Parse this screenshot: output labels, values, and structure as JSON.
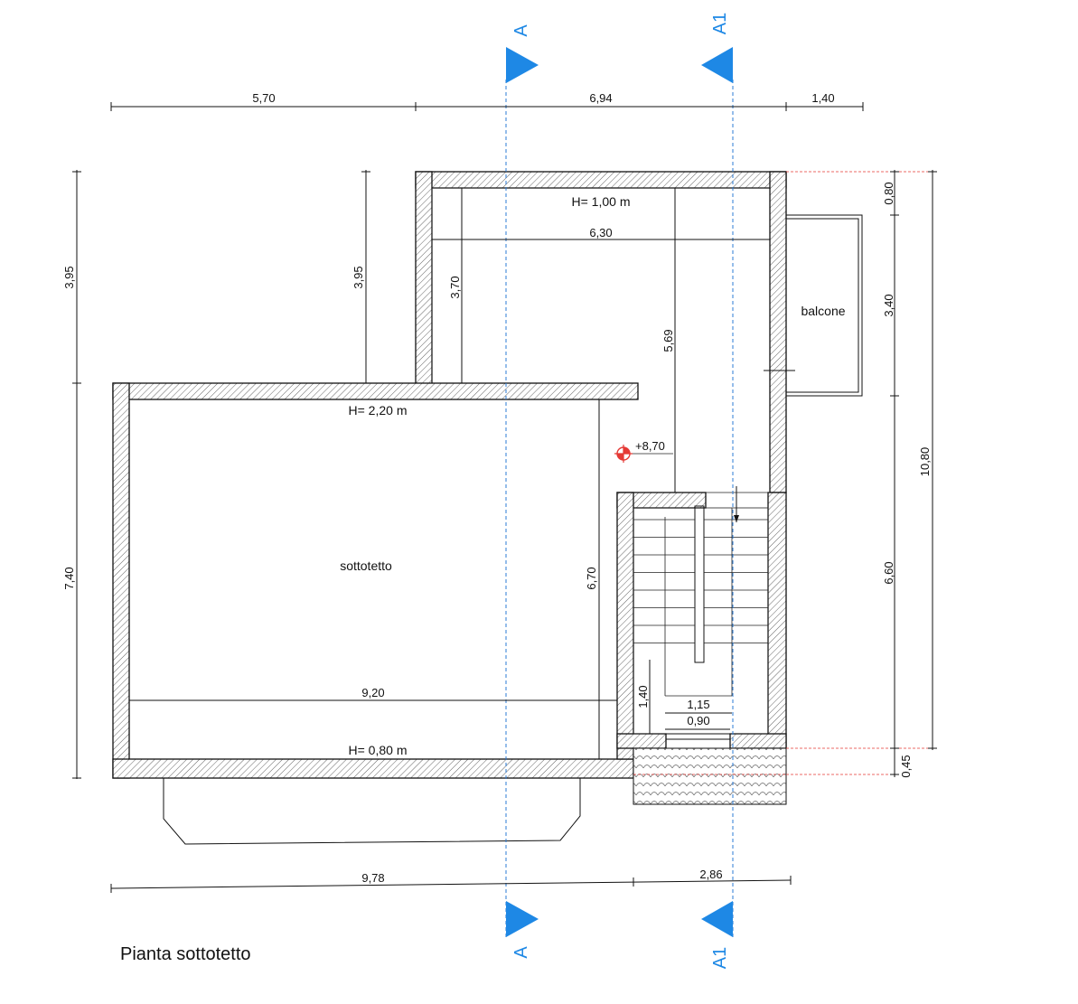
{
  "title": "Pianta sottotetto",
  "sections": {
    "a": "A",
    "a1": "A1"
  },
  "rooms": {
    "sottotetto": "sottotetto",
    "balcone": "balcone"
  },
  "heights": {
    "h_top": "H= 1,00 m",
    "h_mid": "H= 2,20 m",
    "h_bottom": "H= 0,80 m"
  },
  "elevation": "+8,70",
  "dims": {
    "top_1": "5,70",
    "top_2": "6,94",
    "top_3": "1,40",
    "left_upper": "3,95",
    "left_lower": "7,40",
    "inner_395": "3,95",
    "inner_370": "3,70",
    "inner_630": "6,30",
    "inner_569": "5,69",
    "inner_670": "6,70",
    "inner_920": "9,20",
    "stair_140": "1,40",
    "stair_115": "1,15",
    "stair_090": "0,90",
    "right_080": "0,80",
    "right_340": "3,40",
    "right_660": "6,60",
    "right_045": "0,45",
    "right_total": "10,80",
    "bottom_1": "9,78",
    "bottom_2": "2,86"
  },
  "colors": {
    "section": "#1e88e5",
    "reference": "#e53935",
    "wall_hatch": "#555555"
  }
}
